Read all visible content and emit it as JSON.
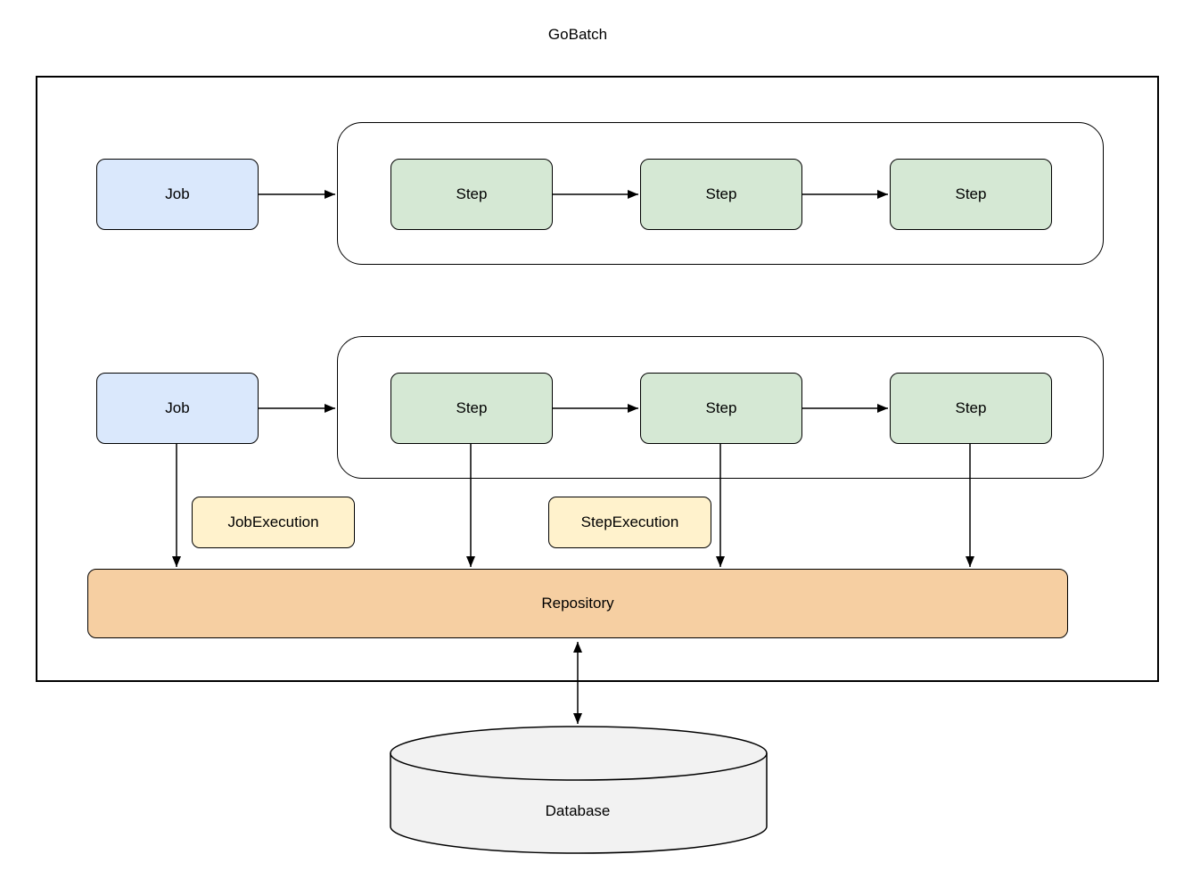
{
  "title": "GoBatch",
  "diagram": {
    "rows": [
      {
        "job": "Job",
        "steps": [
          "Step",
          "Step",
          "Step"
        ]
      },
      {
        "job": "Job",
        "steps": [
          "Step",
          "Step",
          "Step"
        ]
      }
    ],
    "annotations": {
      "job_execution": "JobExecution",
      "step_execution": "StepExecution"
    },
    "repository": "Repository",
    "database": "Database",
    "colors": {
      "job_fill": "#dae8fc",
      "step_fill": "#d5e8d4",
      "annotation_fill": "#fff2cc",
      "repository_fill": "#f6cfa2",
      "database_fill": "#f2f2f2",
      "stroke": "#000000",
      "background": "#ffffff"
    }
  }
}
